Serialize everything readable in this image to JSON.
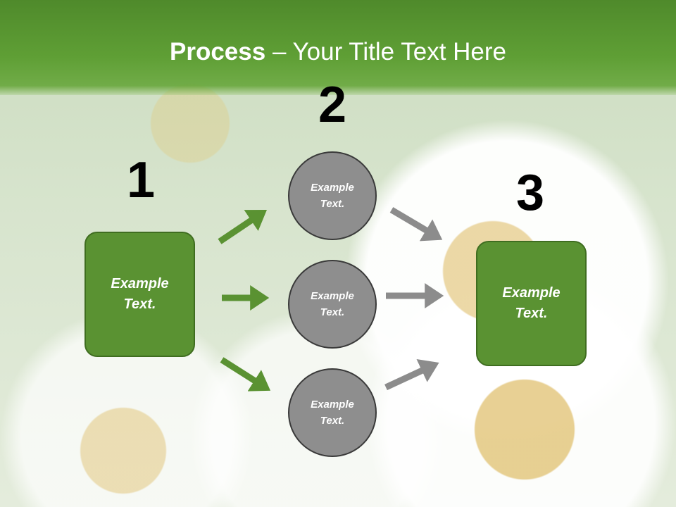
{
  "slide": {
    "title_bold": "Process",
    "title_rest": " – Your Title Text Here"
  },
  "steps": {
    "num1": "1",
    "num2": "2",
    "num3": "3"
  },
  "boxes": {
    "left": "Example Text.",
    "right": "Example Text."
  },
  "circles": {
    "top": "Example Text.",
    "middle": "Example Text.",
    "bottom": "Example Text."
  },
  "colors": {
    "header_green": "#5f9f35",
    "box_green": "#5a9232",
    "arrow_green": "#5a9232",
    "circle_gray": "#8e8e8e",
    "arrow_gray": "#8c8c8c"
  }
}
